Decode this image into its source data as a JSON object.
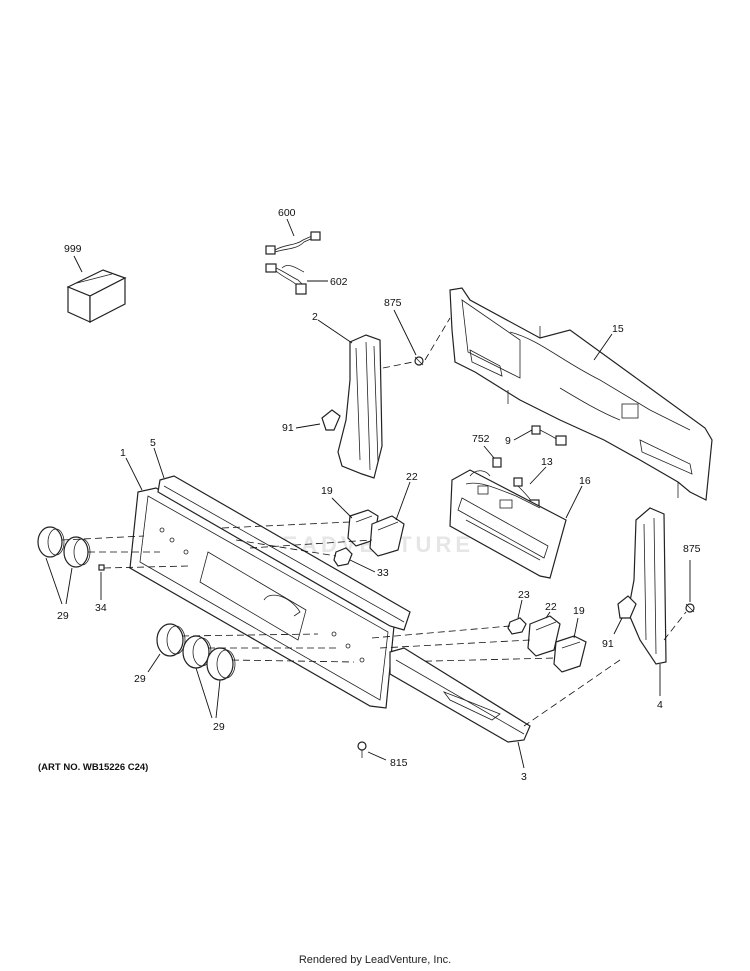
{
  "diagram": {
    "art_number": "(ART NO. WB15226 C24)",
    "footer": "Rendered by LeadVenture, Inc.",
    "watermark": "LEADVENTURE",
    "callouts": {
      "c999": "999",
      "c600": "600",
      "c602": "602",
      "c875a": "875",
      "c2": "2",
      "c15": "15",
      "c91a": "91",
      "c752": "752",
      "c9": "9",
      "c13": "13",
      "c16": "16",
      "c1": "1",
      "c5": "5",
      "c19a": "19",
      "c22a": "22",
      "c33": "33",
      "c34": "34",
      "c29a": "29",
      "c29b": "29",
      "c29c": "29",
      "c23": "23",
      "c22b": "22",
      "c19b": "19",
      "c875b": "875",
      "c91b": "91",
      "c4": "4",
      "c3": "3",
      "c815": "815"
    }
  }
}
